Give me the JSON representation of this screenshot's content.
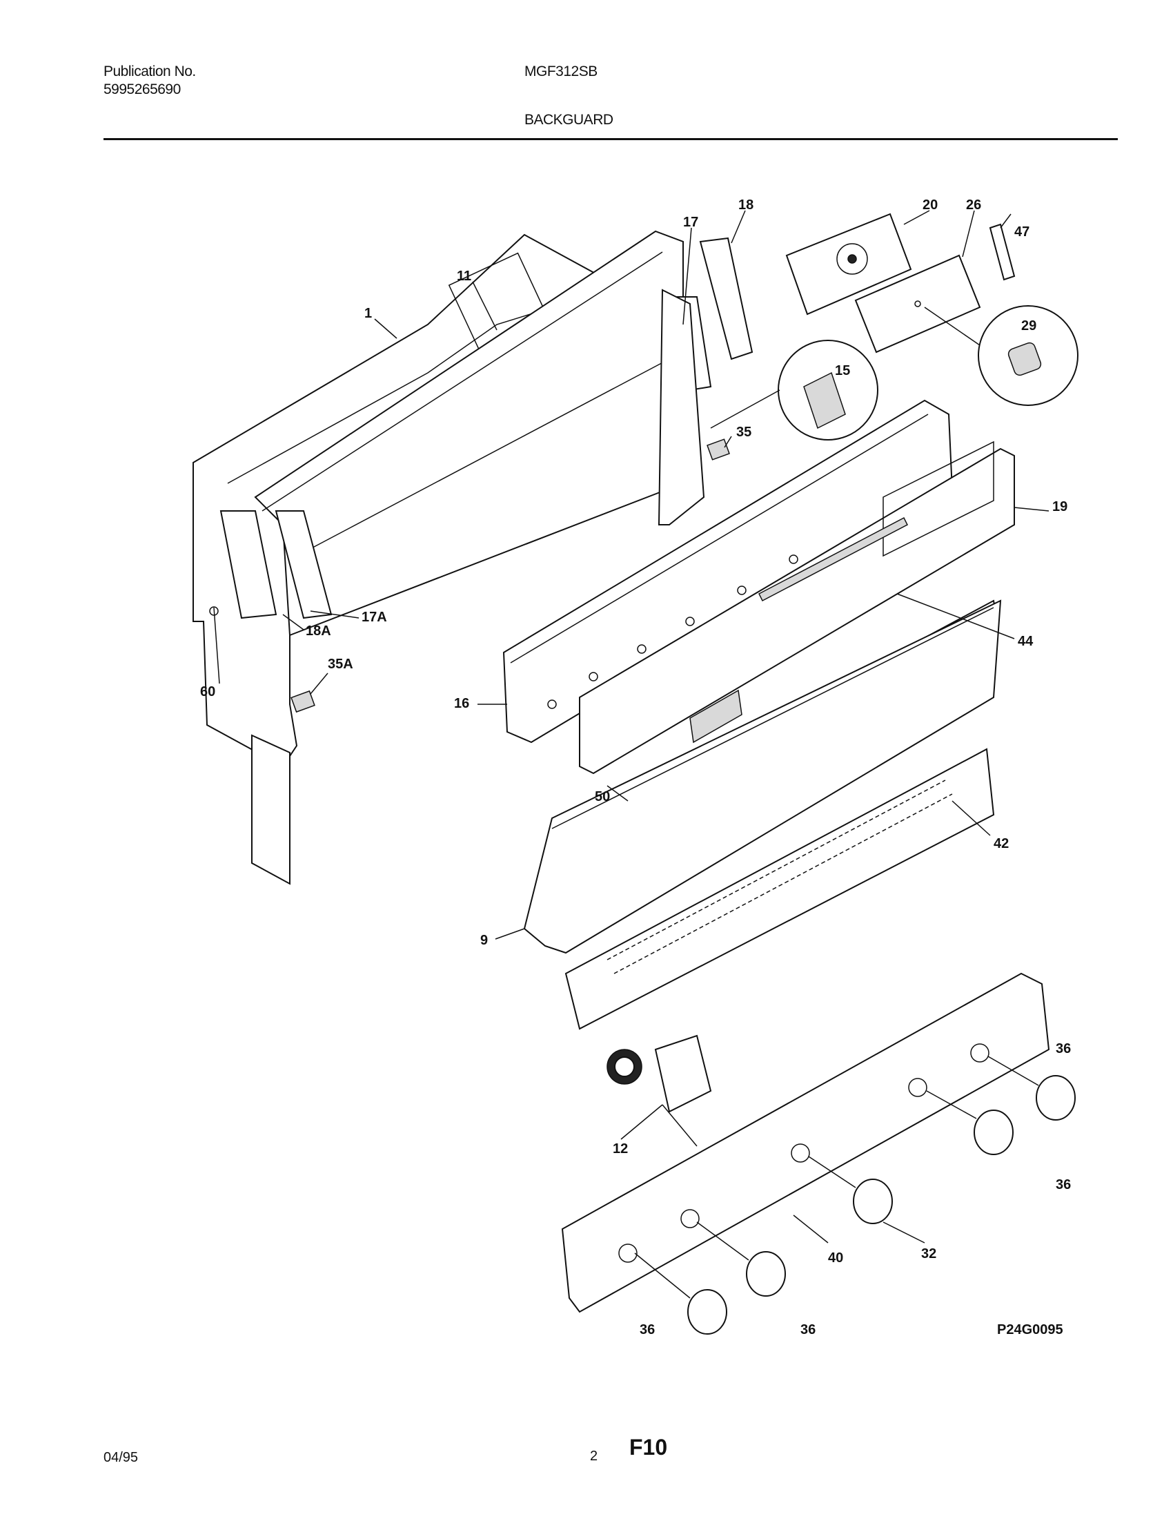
{
  "header": {
    "publication_label": "Publication No.",
    "publication_number": "5995265690",
    "model": "MGF312SB",
    "section": "BACKGUARD"
  },
  "diagram": {
    "drawing_code": "P24G0095",
    "callouts": [
      "1",
      "11",
      "17",
      "18",
      "20",
      "26",
      "47",
      "29",
      "15",
      "35",
      "19",
      "44",
      "16",
      "17A",
      "18A",
      "35A",
      "60",
      "50",
      "42",
      "9",
      "36",
      "36",
      "12",
      "32",
      "40",
      "36",
      "36",
      "36"
    ]
  },
  "footer": {
    "date": "04/95",
    "page_number": "2",
    "page_code": "F10"
  }
}
